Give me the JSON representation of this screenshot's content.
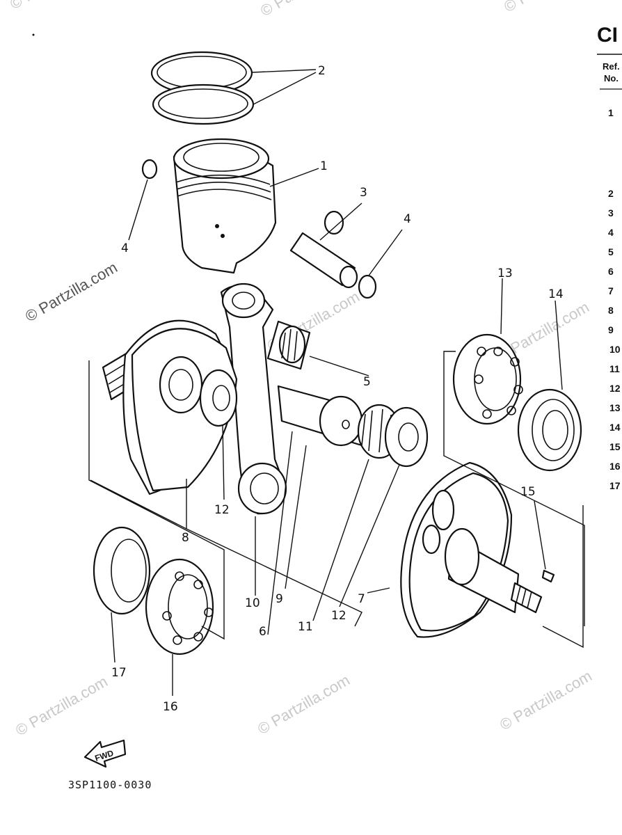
{
  "watermark": "© Partzilla.com",
  "header": {
    "title": "CI",
    "ref_col_line1": "Ref.",
    "ref_col_line2": "No.",
    "ref_numbers": [
      "1",
      "2",
      "3",
      "4",
      "5",
      "6",
      "7",
      "8",
      "9",
      "10",
      "11",
      "12",
      "13",
      "14",
      "15",
      "16",
      "17"
    ]
  },
  "diagram": {
    "callouts": {
      "piston": "1",
      "rings": "2",
      "piston_pin": "3",
      "clip_left": "4",
      "clip_right": "4",
      "small_end_bearing": "5",
      "crank_pin": "6",
      "crank_right": "7",
      "crank_left": "8",
      "pin": "9",
      "conrod": "10",
      "big_end_bearing": "11",
      "washer_left": "12",
      "washer_right": "12",
      "bearing_upper": "13",
      "seal_upper": "14",
      "key": "15",
      "bearing_lower": "16",
      "seal_lower": "17"
    },
    "fwd_label": "FWD",
    "drawing_code": "3SP1100-0030"
  }
}
